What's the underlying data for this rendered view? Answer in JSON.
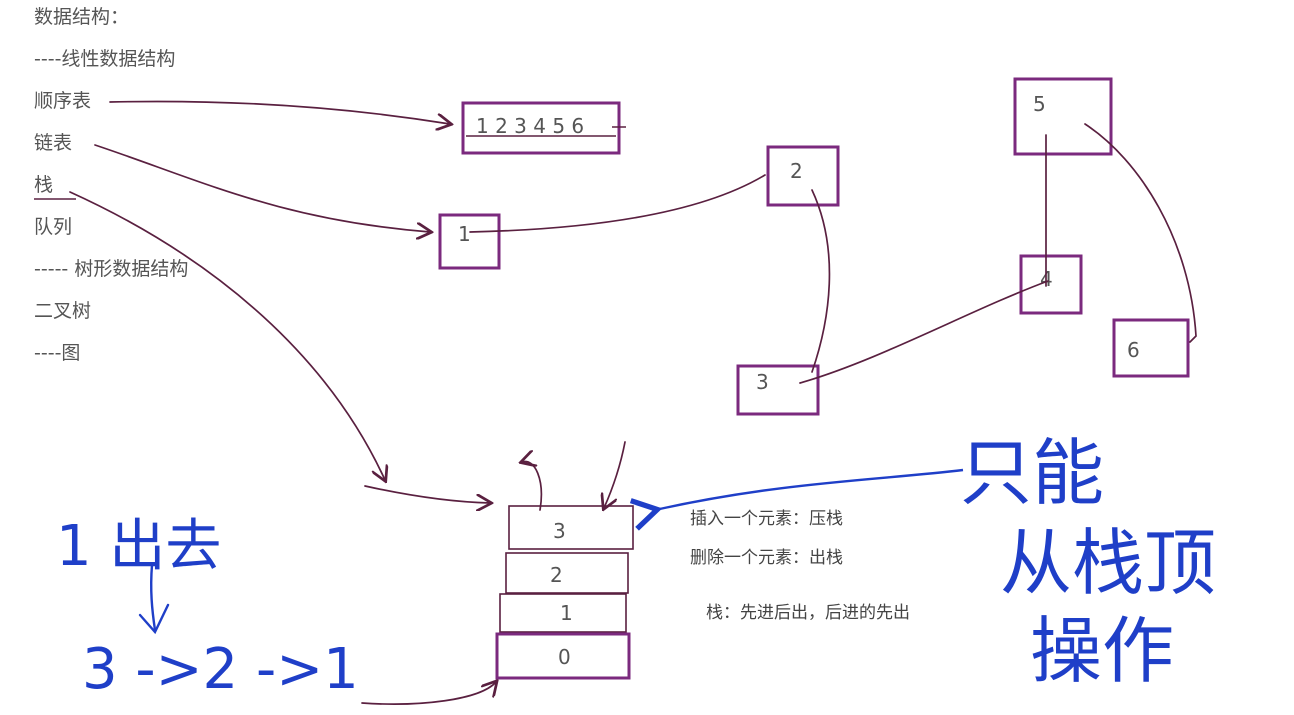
{
  "colors": {
    "box_stroke": "#7b2a7e",
    "arrow_stroke": "#5a2040",
    "handwriting": "#1f3fc8",
    "typed_text": "#555555"
  },
  "outline": {
    "title": "数据结构：",
    "linear_header": "----线性数据结构",
    "sequential_list": "顺序表",
    "linked_list": "链表",
    "stack": "栈",
    "queue": "队列",
    "tree_header": "----- 树形数据结构",
    "binary_tree": "二叉树",
    "graph_header": "----图"
  },
  "sequential_box": {
    "content": "1 2 3 4 5 6"
  },
  "linked_nodes": {
    "n1": "1",
    "n2": "2",
    "n3": "3"
  },
  "tree_nodes": {
    "n4": "4",
    "n5": "5",
    "n6": "6"
  },
  "stack_cells": [
    "3",
    "2",
    "1",
    "0"
  ],
  "stack_notes": {
    "push": "插入一个元素：压栈",
    "pop": "删除一个元素：出栈",
    "rule": "栈：先进后出，后进的先出"
  },
  "handwriting": {
    "out_line": "1 出去",
    "sequence": "3 ->2 ->1",
    "right_line1": "只能",
    "right_line2": "从栈顶",
    "right_line3": "操作"
  }
}
